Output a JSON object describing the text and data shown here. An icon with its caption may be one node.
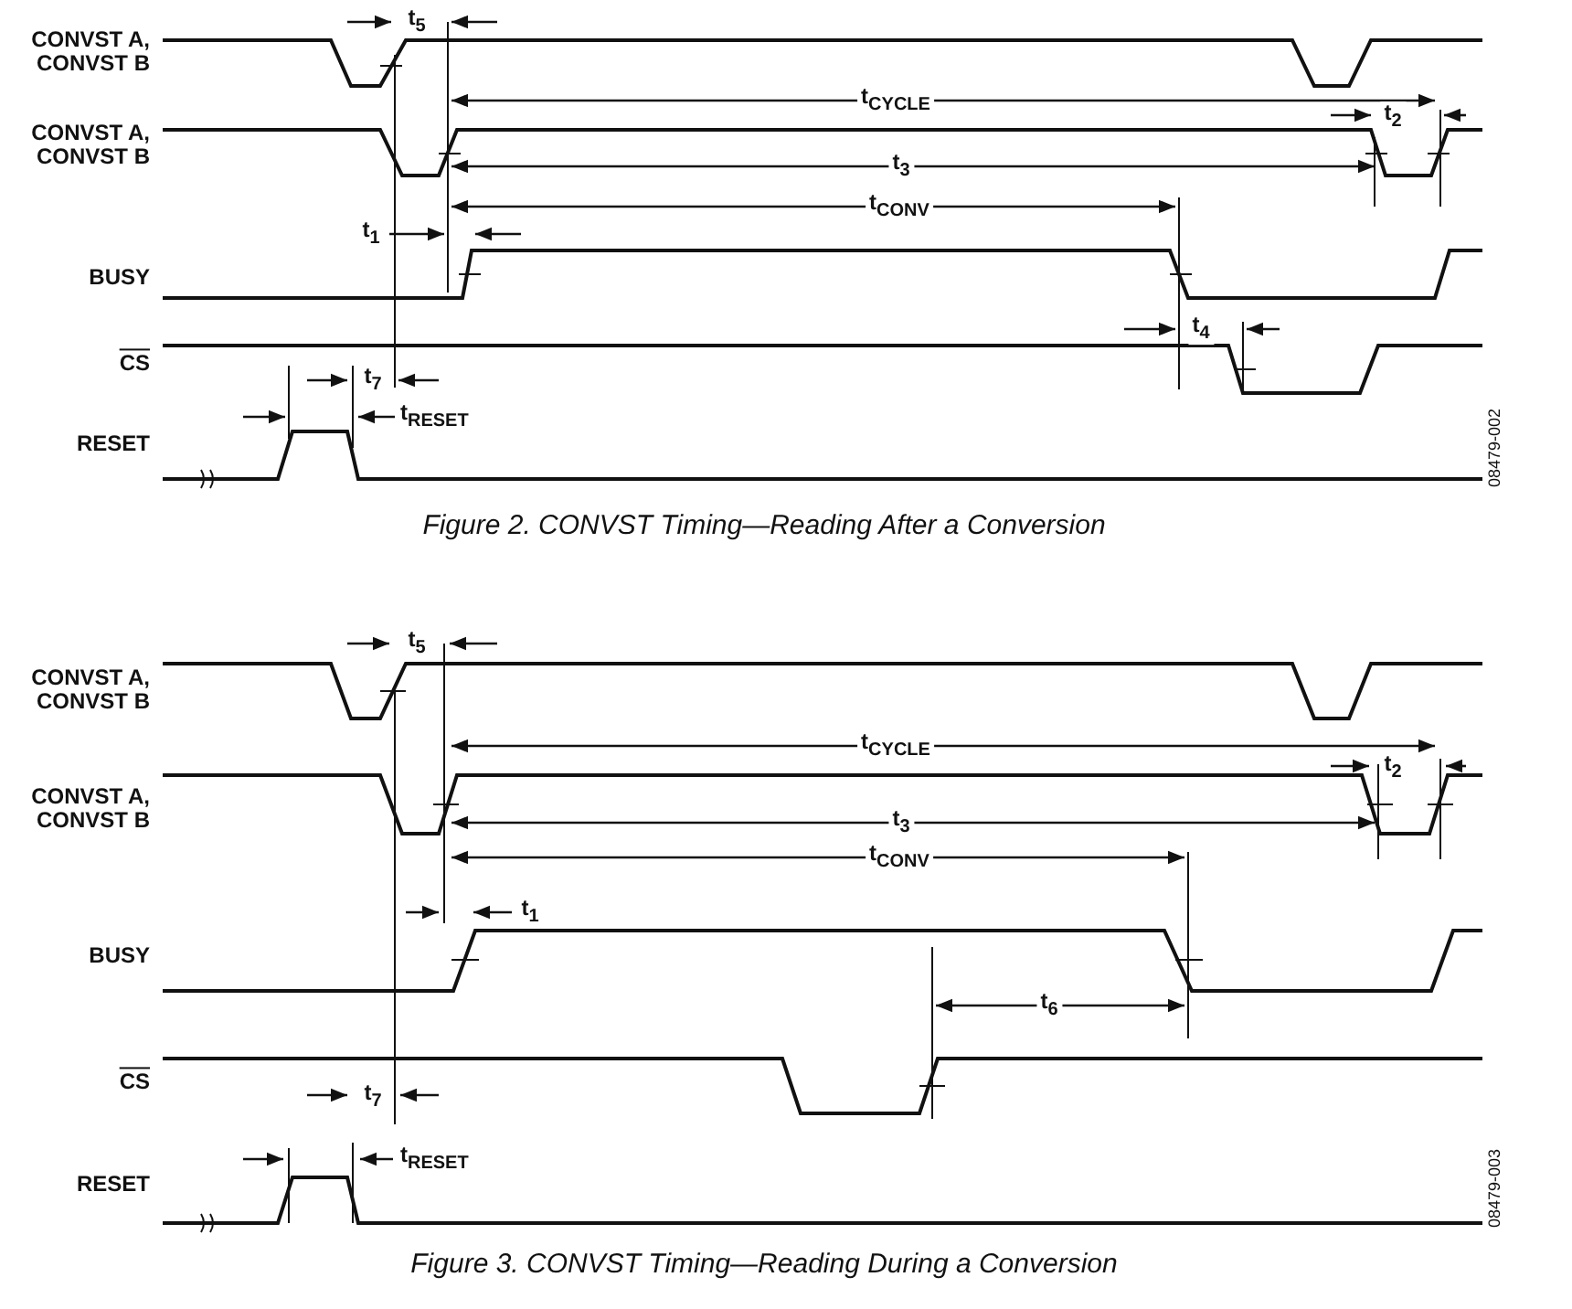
{
  "diagram": {
    "labels": [
      "CONVST A, CONVST B",
      "t$_{5}$",
      "t$_{CYCLE}$",
      "CONVST A, CONVST B",
      "t$_{2}$",
      "t$_{3}$",
      "t$_{CONV}$",
      "t$_{1}$",
      "BUSY",
      "t$_{4}$",
      "CS",
      "t$_{7}$",
      "t$_{RESET}$",
      "RESET",
      "08479-002",
      "Figure 2. CONVST Timing—Reading After a Conversion",
      "CONVST A, CONVST B",
      "t$_{5}$",
      "t$_{CYCLE}$",
      "CONVST A, CONVST B",
      "t$_{2}$",
      "t$_{3}$",
      "t$_{CONV}$",
      "t$_{1}$",
      "BUSY",
      "t$_{6}$",
      "CS",
      "t$_{7}$",
      "t$_{RESET}$",
      "RESET",
      "08479-003",
      "Figure 3. CONVST Timing—Reading During a Conversion"
    ]
  }
}
